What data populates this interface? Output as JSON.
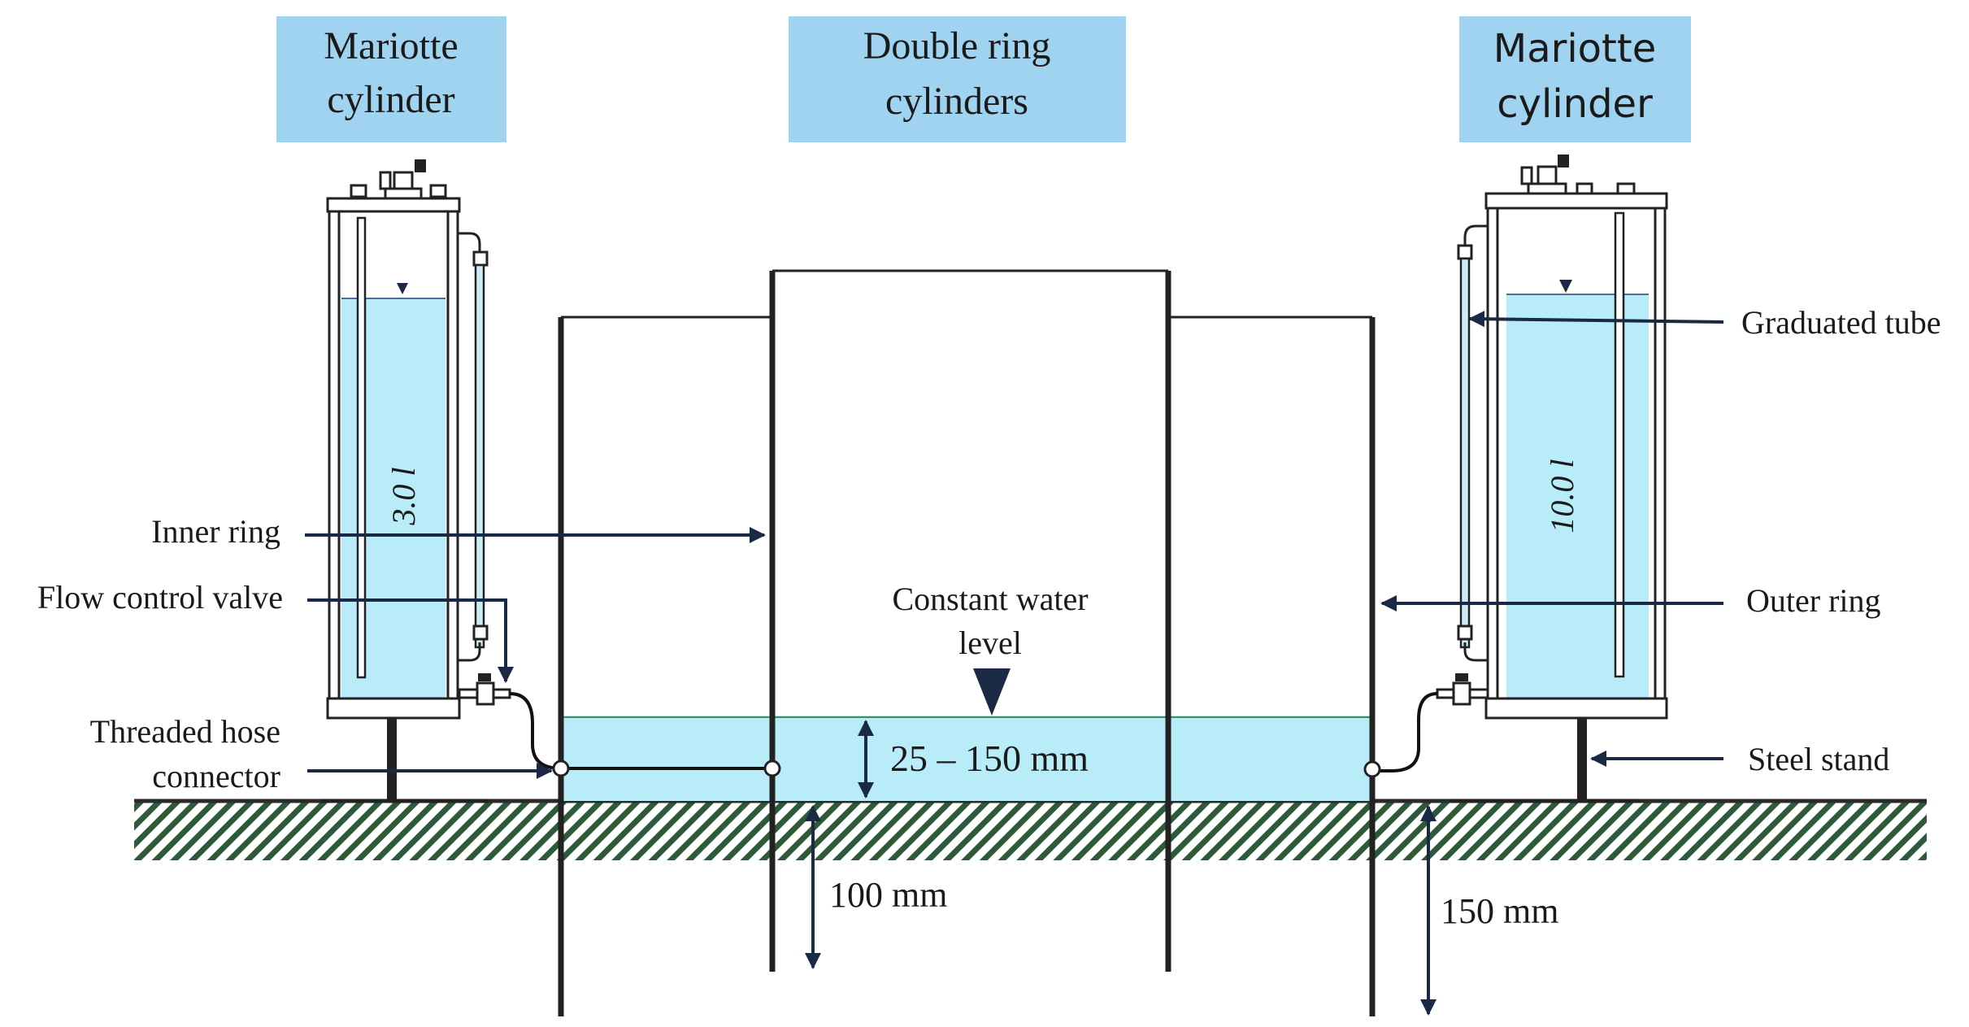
{
  "titles": {
    "left": [
      "Mariotte",
      "cylinder"
    ],
    "center": [
      "Double ring",
      "cylinders"
    ],
    "right": [
      "Mariotte",
      "cylinder"
    ]
  },
  "volumes": {
    "left": "3.0 l",
    "right": "10.0 l"
  },
  "labels": {
    "graduated_tube": "Graduated tube",
    "outer_ring": "Outer ring",
    "steel_stand": "Steel stand",
    "inner_ring": "Inner ring",
    "flow_control_valve": "Flow control valve",
    "threaded_hose_connector": [
      "Threaded hose",
      "connector"
    ],
    "constant_water_level": [
      "Constant water",
      "level"
    ]
  },
  "dimensions": {
    "water_depth": "25 – 150 mm",
    "inner_ring_depth": "100 mm",
    "outer_ring_depth": "150 mm"
  },
  "colors": {
    "water": "#b8ecf8",
    "title_box": "#9fd3ef",
    "arrow": "#1b2a44",
    "ground_hatch": "#2f5a3a"
  }
}
